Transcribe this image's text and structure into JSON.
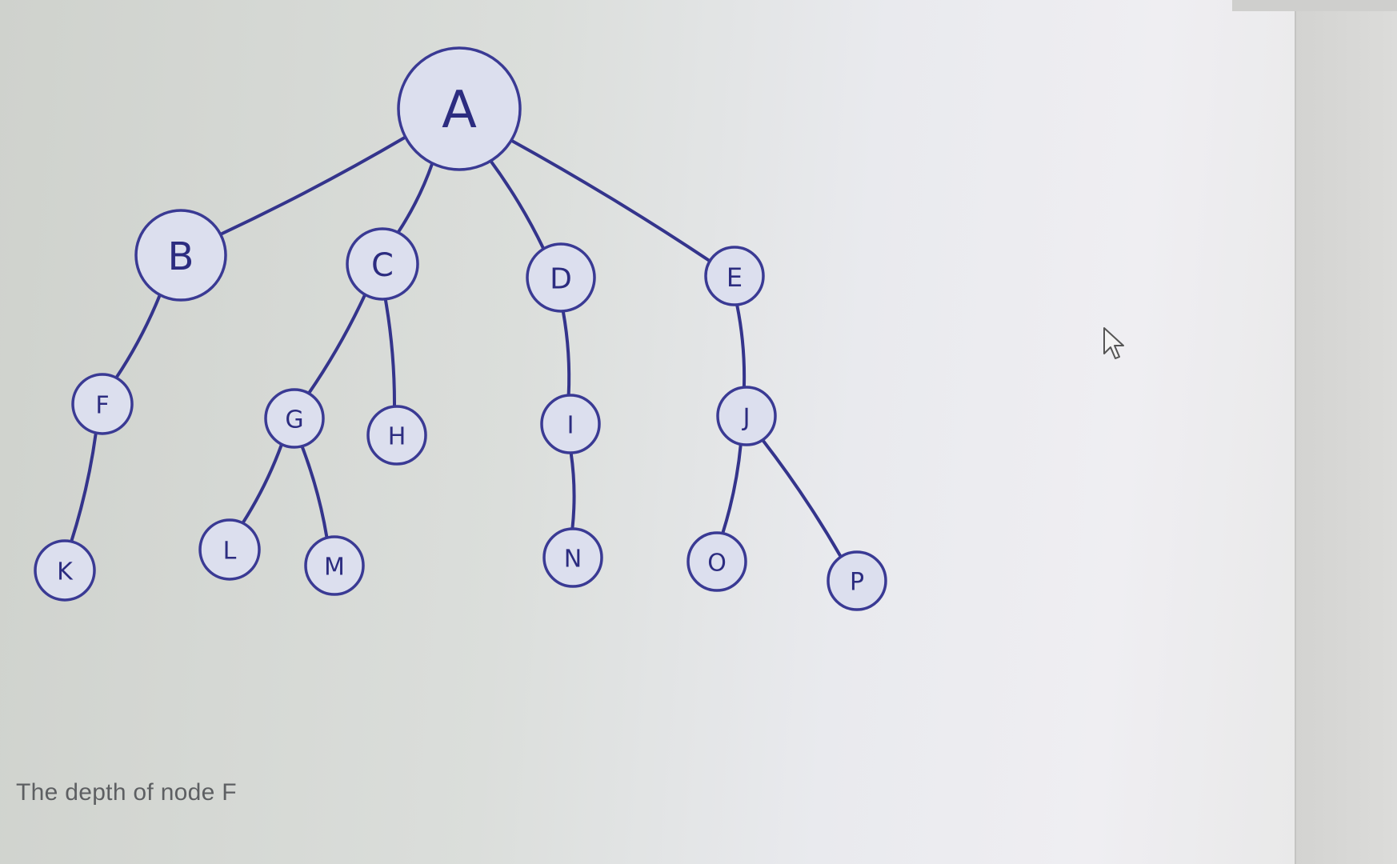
{
  "question": {
    "prompt": "The depth of node F"
  },
  "tree": {
    "nodes": [
      {
        "id": "A",
        "label": "A"
      },
      {
        "id": "B",
        "label": "B"
      },
      {
        "id": "C",
        "label": "C"
      },
      {
        "id": "D",
        "label": "D"
      },
      {
        "id": "E",
        "label": "E"
      },
      {
        "id": "F",
        "label": "F"
      },
      {
        "id": "G",
        "label": "G"
      },
      {
        "id": "H",
        "label": "H"
      },
      {
        "id": "I",
        "label": "I"
      },
      {
        "id": "J",
        "label": "J"
      },
      {
        "id": "K",
        "label": "K"
      },
      {
        "id": "L",
        "label": "L"
      },
      {
        "id": "M",
        "label": "M"
      },
      {
        "id": "N",
        "label": "N"
      },
      {
        "id": "O",
        "label": "O"
      },
      {
        "id": "P",
        "label": "P"
      }
    ],
    "edges": [
      [
        "A",
        "B"
      ],
      [
        "A",
        "C"
      ],
      [
        "A",
        "D"
      ],
      [
        "A",
        "E"
      ],
      [
        "B",
        "F"
      ],
      [
        "F",
        "K"
      ],
      [
        "C",
        "G"
      ],
      [
        "C",
        "H"
      ],
      [
        "G",
        "L"
      ],
      [
        "G",
        "M"
      ],
      [
        "D",
        "I"
      ],
      [
        "I",
        "N"
      ],
      [
        "E",
        "J"
      ],
      [
        "J",
        "O"
      ],
      [
        "J",
        "P"
      ]
    ],
    "ink_color": "#34348c"
  },
  "cursor": {
    "icon": "mouse-pointer-icon"
  }
}
